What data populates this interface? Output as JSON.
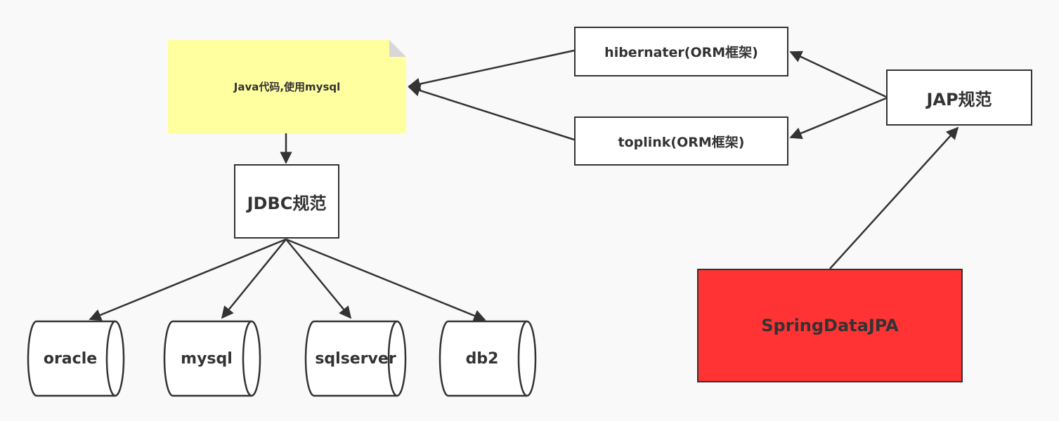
{
  "nodes": {
    "java_note": "Java代码,使用mysql",
    "jdbc": "JDBC规范",
    "hibernate": "hibernater(ORM框架)",
    "toplink": "toplink(ORM框架)",
    "jap": "JAP规范",
    "spring": "SpringDataJPA"
  },
  "databases": [
    "oracle",
    "mysql",
    "sqlserver",
    "db2"
  ],
  "colors": {
    "note_fill": "#ffffa0",
    "spring_fill": "#ff3333",
    "stroke": "#333333",
    "background": "#f9f9f9"
  }
}
